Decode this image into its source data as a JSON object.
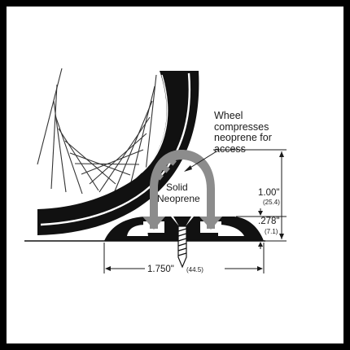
{
  "callout": {
    "line1": "Wheel",
    "line2": "compresses",
    "line3": "neoprene for",
    "line4": "access"
  },
  "material": {
    "line1": "Solid",
    "line2": "Neoprene"
  },
  "dimensions": {
    "height_in": "1.00\"",
    "height_mm": "(25.4)",
    "base_in": ".278\"",
    "base_mm": "(7.1)",
    "width_in": "1.750\"",
    "width_mm": "(44.5)"
  },
  "colors": {
    "ink": "#1a1a1a",
    "neoprene_gray": "#8c8c8c",
    "frame": "#000000"
  },
  "icons": [
    "wheel-icon",
    "spokes-icon",
    "screw-icon",
    "arrow-icon"
  ]
}
